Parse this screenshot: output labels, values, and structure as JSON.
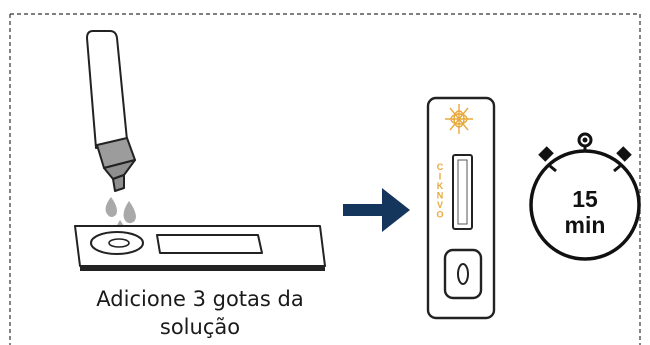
{
  "instruction": {
    "line1": "Adicione 3 gotas da",
    "line2": "solução"
  },
  "timer": {
    "value": "15",
    "unit": "min"
  },
  "cassette": {
    "side_letters": [
      "C",
      "I",
      "K",
      "N",
      "V",
      "O"
    ]
  },
  "colors": {
    "arrow": "#14365c",
    "dropper_tip": "#9c9c9c",
    "drops": "#a9a9a9",
    "logo": "#e8a93a",
    "border_dash": "#333333",
    "outline": "#222222"
  },
  "icons": {
    "dropper": "dropper-icon",
    "drops": "drop-icon",
    "test_plate": "test-plate-icon",
    "arrow": "arrow-right-icon",
    "cassette": "test-cassette-icon",
    "stopwatch": "stopwatch-icon"
  }
}
